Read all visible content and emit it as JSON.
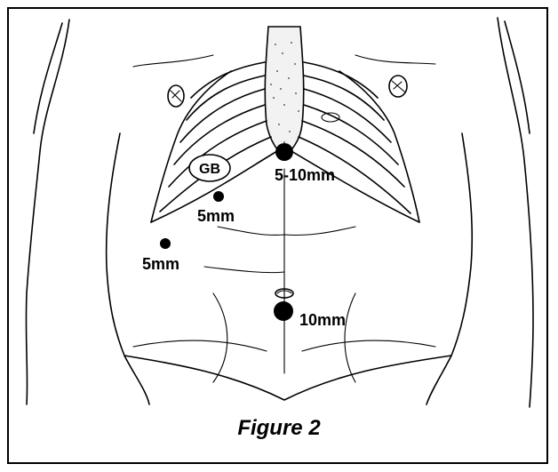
{
  "caption": "Figure 2",
  "organ_label": "GB",
  "ports": [
    {
      "id": "subxiphoid",
      "label": "5-10mm",
      "size": "large"
    },
    {
      "id": "subcostal",
      "label": "5mm",
      "size": "small"
    },
    {
      "id": "lateral",
      "label": "5mm",
      "size": "small"
    },
    {
      "id": "umbilical",
      "label": "10mm",
      "size": "large"
    }
  ]
}
